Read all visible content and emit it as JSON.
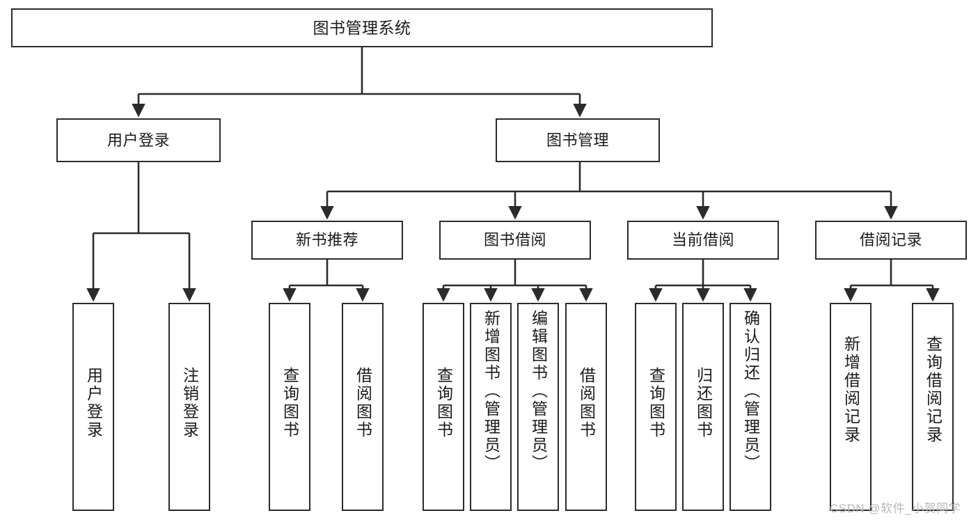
{
  "diagram": {
    "title": "图书管理系统",
    "type": "hierarchy-tree",
    "colors": {
      "box_border": "#2b2b2b",
      "box_fill": "#ffffff",
      "connector": "#2b2b2b",
      "text": "#1a1a1a",
      "watermark": "#b9b9b9"
    },
    "levels": {
      "level1": [
        "图书管理系统"
      ],
      "level2": [
        "用户登录",
        "图书管理"
      ],
      "level3": [
        "新书推荐",
        "图书借阅",
        "当前借阅",
        "借阅记录"
      ],
      "level4": [
        "用户登录",
        "注销登录",
        "查询图书",
        "借阅图书",
        "查询图书",
        "新增图书（管理员）",
        "编辑图书（管理员）",
        "借阅图书",
        "查询图书",
        "归还图书",
        "确认归还（管理员）",
        "新增借阅记录",
        "查询借阅记录"
      ]
    },
    "nodes": {
      "root": {
        "label": "图书管理系统"
      },
      "user_login": {
        "label": "用户登录"
      },
      "book_mgmt": {
        "label": "图书管理"
      },
      "new_book_rec": {
        "label": "新书推荐"
      },
      "book_borrow": {
        "label": "图书借阅"
      },
      "current_borrow": {
        "label": "当前借阅"
      },
      "borrow_record": {
        "label": "借阅记录"
      },
      "leaf_user_login": {
        "label": "用户登录"
      },
      "leaf_logout": {
        "label": "注销登录"
      },
      "leaf_query_book_a": {
        "label": "查询图书"
      },
      "leaf_borrow_book_a": {
        "label": "借阅图书"
      },
      "leaf_query_book_b": {
        "label": "查询图书"
      },
      "leaf_add_book": {
        "label": "新增图书（管理员）"
      },
      "leaf_edit_book": {
        "label": "编辑图书（管理员）"
      },
      "leaf_borrow_book_b": {
        "label": "借阅图书"
      },
      "leaf_query_book_c": {
        "label": "查询图书"
      },
      "leaf_return_book": {
        "label": "归还图书"
      },
      "leaf_confirm_return": {
        "label": "确认归还（管理员）"
      },
      "leaf_add_record": {
        "label": "新增借阅记录"
      },
      "leaf_query_record": {
        "label": "查询借阅记录"
      }
    },
    "watermark": "CSDN @软件_小贺同学"
  }
}
